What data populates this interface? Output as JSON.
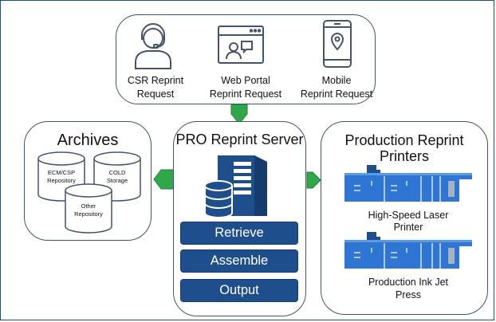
{
  "colors": {
    "accent": "#1f4e8c",
    "connector": "#2ea84a",
    "printer": "#2e75d4",
    "outline": "#44546a"
  },
  "requests": [
    {
      "label": "CSR Reprint\nRequest",
      "icon": "headset-agent-icon"
    },
    {
      "label": "Web Portal\nReprint Request",
      "icon": "web-portal-icon"
    },
    {
      "label": "Mobile\nReprint Request",
      "icon": "mobile-phone-icon"
    }
  ],
  "archives": {
    "title": "Archives",
    "repos": [
      "ECM/CSP\nRepository",
      "COLD\nStorage",
      "Other\nRepository"
    ]
  },
  "server": {
    "title": "PRO Reprint Server",
    "icon": "server-database-icon",
    "steps": [
      "Retrieve",
      "Assemble",
      "Output"
    ]
  },
  "printers": {
    "title": "Production Reprint\nPrinters",
    "items": [
      {
        "label": "High-Speed Laser\nPrinter",
        "icon": "production-printer-icon"
      },
      {
        "label": "Production Ink Jet\nPress",
        "icon": "production-printer-icon"
      }
    ]
  }
}
